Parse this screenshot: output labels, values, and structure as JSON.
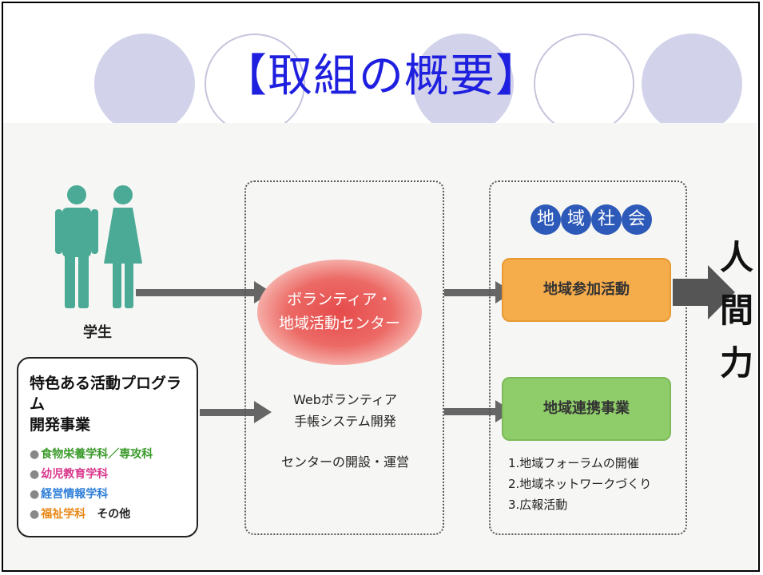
{
  "title": "【取組の概要】",
  "student_label": "学生",
  "program": {
    "title_line1": "特色ある活動プログラム",
    "title_line2": "開発事業",
    "items": [
      {
        "bullet": "●",
        "parts": [
          {
            "text": "食物栄養学科",
            "color": "#3a9a2a"
          },
          {
            "text": "／",
            "color": "#3a9a2a"
          },
          {
            "text": "専攻科",
            "color": "#3a9a2a"
          }
        ]
      },
      {
        "bullet": "●",
        "parts": [
          {
            "text": "幼児教育学科",
            "color": "#d9388c"
          }
        ]
      },
      {
        "bullet": "●",
        "parts": [
          {
            "text": "経営情報学科",
            "color": "#2f7fd8"
          }
        ]
      },
      {
        "bullet": "●",
        "parts": [
          {
            "text": "福祉学科",
            "color": "#e88a1a"
          },
          {
            "text": "　その他",
            "color": "#222222"
          }
        ]
      }
    ]
  },
  "center": {
    "oval_line1": "ボランティア・",
    "oval_line2": "地域活動センター",
    "web_line1": "Webボランティア",
    "web_line2": "手帳システム開発",
    "ops": "センターの開設・運営"
  },
  "community": {
    "badges": [
      "地",
      "域",
      "社",
      "会"
    ],
    "activity1": "地域参加活動",
    "activity2": "地域連携事業",
    "list": [
      "1.地域フォーラムの開催",
      "2.地域ネットワークづくり",
      "3.広報活動"
    ]
  },
  "outcome": [
    "人",
    "間",
    "力"
  ],
  "colors": {
    "title": "#1f1fe0",
    "person": "#4aaa95",
    "orange": "#f5ac4b",
    "green": "#8fcd6a",
    "badge": "#2d59b8",
    "oval": "#e54b4b"
  }
}
